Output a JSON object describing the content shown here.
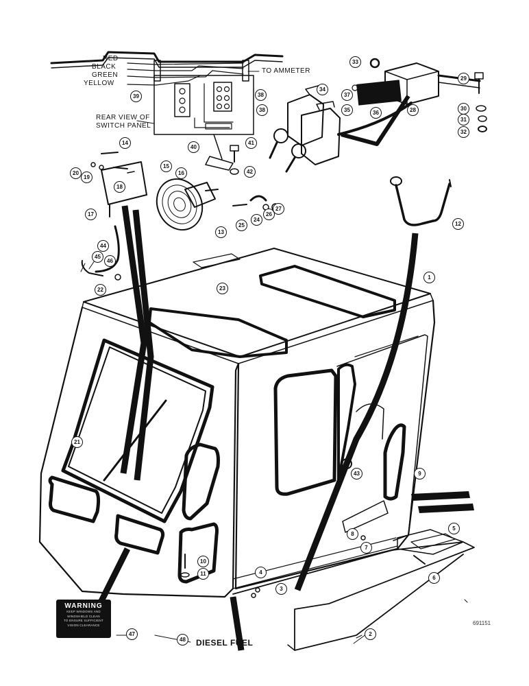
{
  "diagram": {
    "wire_labels": [
      "RED",
      "BLACK",
      "GREEN",
      "YELLOW"
    ],
    "to_ammeter": "TO AMMETER",
    "rear_view_label": [
      "REAR VIEW OF",
      "SWITCH PANEL"
    ],
    "warning_decal": {
      "title": "WARNING",
      "lines": [
        "KEEP WINDOWS AND",
        "WINDSHIELD CLEAN",
        "TO ENSURE SUFFICIENT",
        "VISION CLEARANCE"
      ]
    },
    "diesel_fuel": "DIESEL FUEL",
    "figure_number": "691151",
    "callouts": [
      "1",
      "2",
      "3",
      "4",
      "5",
      "6",
      "7",
      "8",
      "9",
      "10",
      "11",
      "12",
      "13",
      "14",
      "15",
      "16",
      "17",
      "18",
      "19",
      "20",
      "21",
      "22",
      "23",
      "24",
      "25",
      "26",
      "27",
      "28",
      "29",
      "30",
      "31",
      "32",
      "33",
      "34",
      "35",
      "36",
      "37",
      "38",
      "38",
      "39",
      "40",
      "41",
      "42",
      "43",
      "44",
      "45",
      "46",
      "47",
      "48"
    ]
  }
}
